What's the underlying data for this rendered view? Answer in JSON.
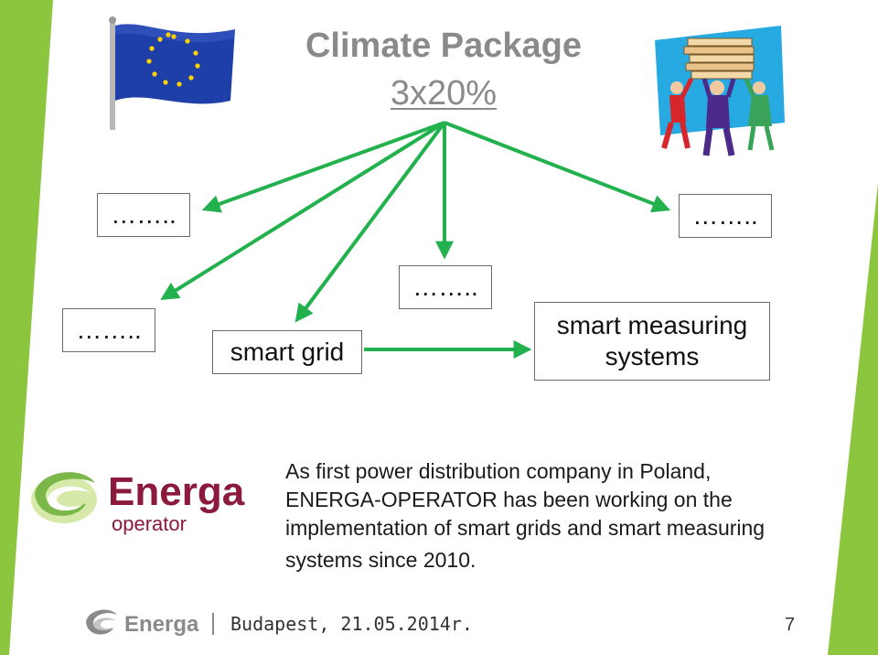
{
  "slide": {
    "title": "Climate Package",
    "subtitle": "3x20%",
    "boxes": {
      "top_left": "……..",
      "top_right": "……..",
      "mid_left": "……..",
      "center": "……..",
      "smart_grid": "smart grid",
      "smart_measuring_line1": "smart measuring",
      "smart_measuring_line2": "systems"
    },
    "body": {
      "line1": "As first power distribution company in Poland,",
      "line2": "ENERGA-OPERATOR has been working on the",
      "line3": "implementation of smart grids and smart measuring",
      "line4": "systems since 2010."
    },
    "logo": {
      "brand": "Energa",
      "sub": "operator"
    },
    "footer": {
      "brand": "Energa",
      "date": "Budapest, 21.05.2014r.",
      "page": "7"
    }
  },
  "colors": {
    "accent_green": "#8cc63f",
    "arrow_green": "#22b14c",
    "brand_maroon": "#8b1a3d",
    "title_gray": "#8a8a8a"
  }
}
